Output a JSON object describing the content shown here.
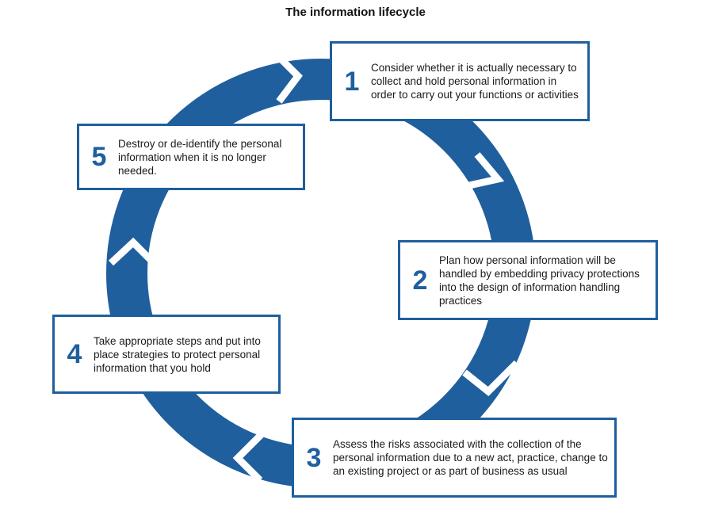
{
  "title": "The information lifecycle",
  "colors": {
    "accent": "#1f5f9e",
    "text": "#1a1a1a",
    "background": "#ffffff"
  },
  "steps": [
    {
      "number": "1",
      "text": "Consider whether it is actually necessary to collect and hold personal information in order to carry out your functions or activities"
    },
    {
      "number": "2",
      "text": "Plan how personal information will be handled by embedding privacy protections into the design of information handling practices"
    },
    {
      "number": "3",
      "text": "Assess the risks associated with the collection of the personal information due to a new act, practice, change to an existing project or as part of business as usual"
    },
    {
      "number": "4",
      "text": "Take appropriate steps and put into place strategies to protect personal information that you hold"
    },
    {
      "number": "5",
      "text": "Destroy or de-identify the personal information when it is no longer needed."
    }
  ]
}
